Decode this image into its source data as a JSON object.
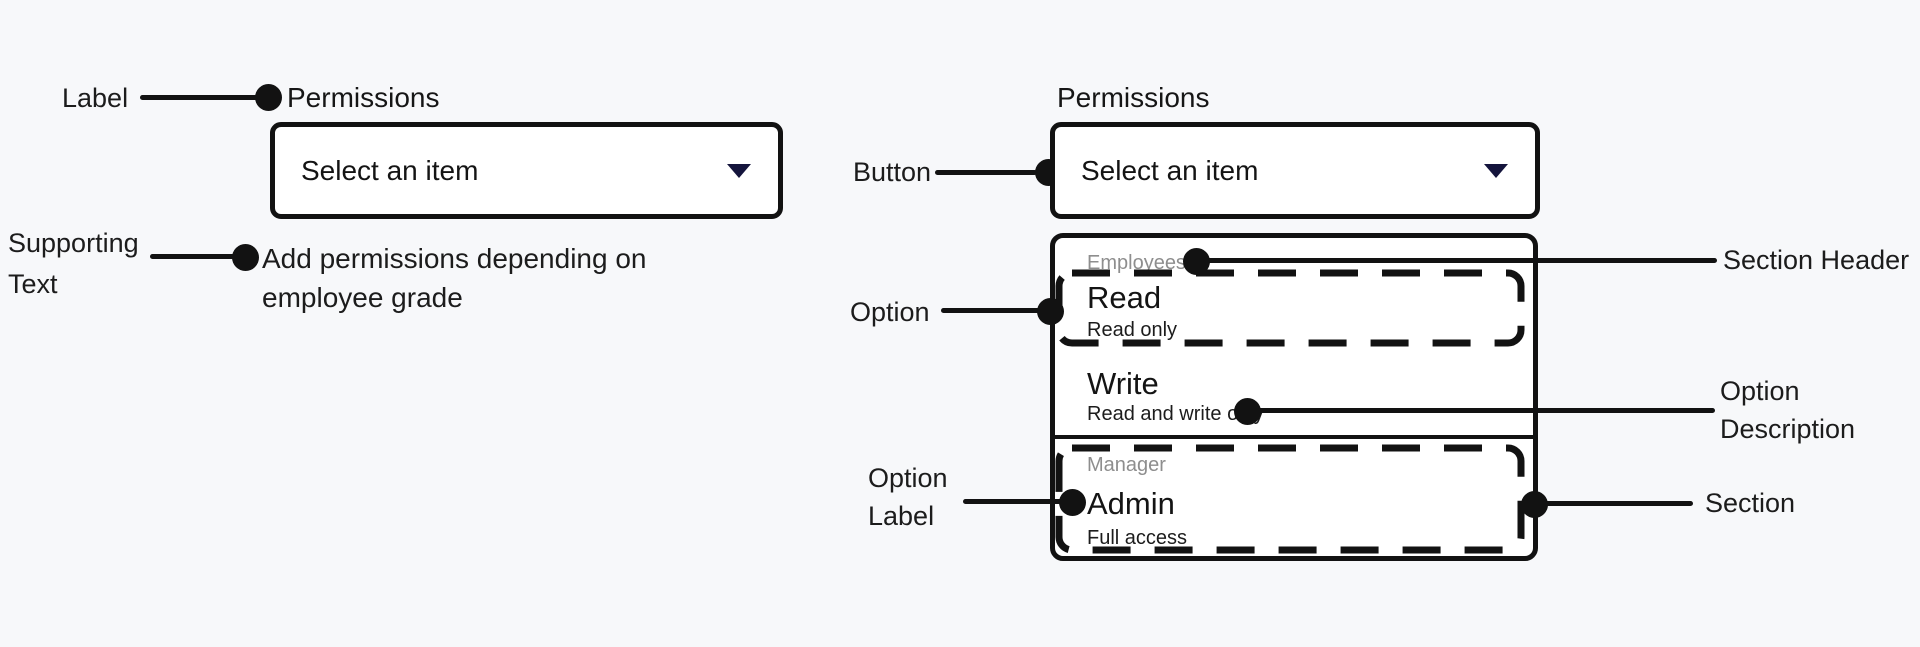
{
  "colors": {
    "background": "#f7f8fa",
    "surface": "#ffffff",
    "border": "#121212",
    "text": "#161616",
    "muted_section_header": "#8e8e8e",
    "chevron_accent": "#14143c"
  },
  "anatomy_annotations": {
    "label": "Label",
    "supporting_text": "Supporting Text",
    "button": "Button",
    "option": "Option",
    "option_label": "Option Label",
    "option_description": "Option Description",
    "section": "Section",
    "section_header": "Section Header"
  },
  "left_example": {
    "label": "Permissions",
    "button_text": "Select an item",
    "supporting_text": "Add permissions depending on employee grade"
  },
  "right_example": {
    "label": "Permissions",
    "button_text": "Select an item",
    "dropdown": {
      "sections": [
        {
          "header": "Employees",
          "options": [
            {
              "label": "Read",
              "description": "Read only"
            },
            {
              "label": "Write",
              "description": "Read and write only"
            }
          ]
        },
        {
          "header": "Manager",
          "options": [
            {
              "label": "Admin",
              "description": "Full access"
            }
          ]
        }
      ]
    }
  }
}
